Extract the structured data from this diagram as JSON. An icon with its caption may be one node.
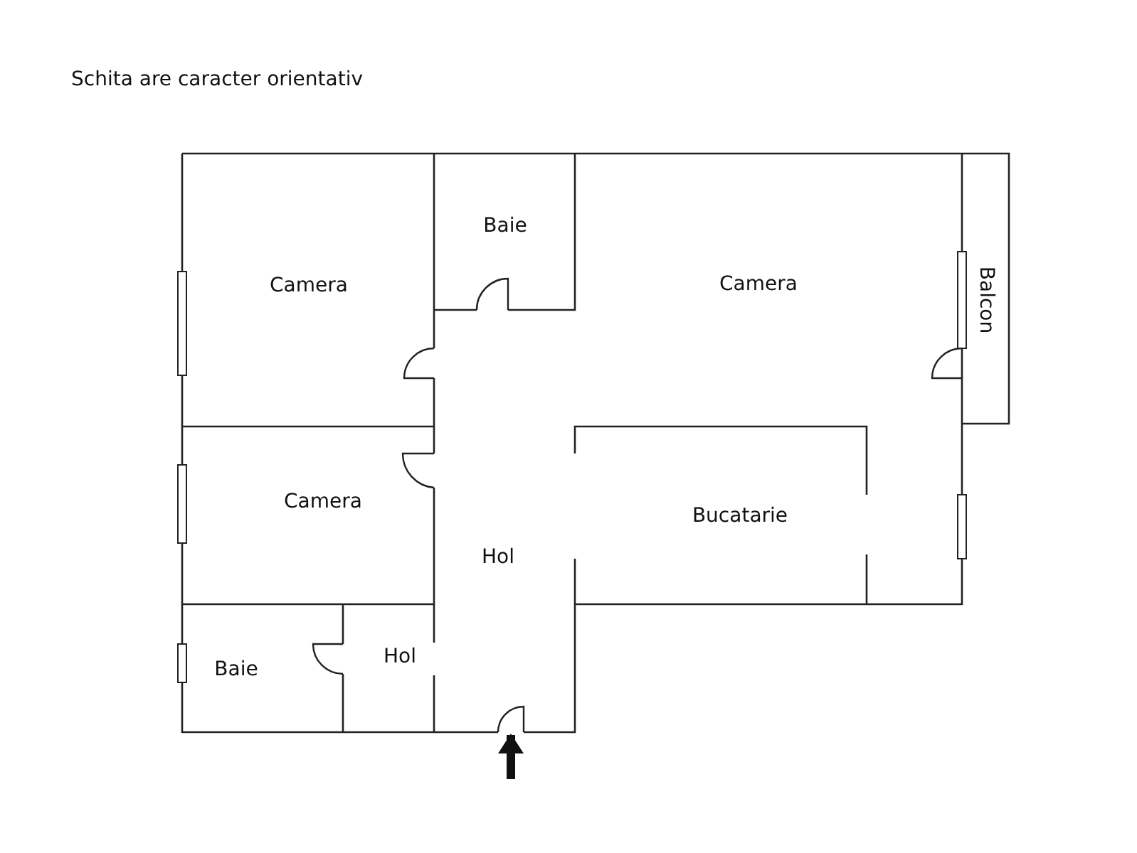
{
  "diagram": {
    "nodes": [
      {
        "text": [
          "Camera"
        ]
      },
      {
        "text": [
          "Baie"
        ]
      },
      {
        "text": [
          "Camera"
        ]
      },
      {
        "text": [
          "Balcon"
        ]
      },
      {
        "text": [
          "Camera"
        ]
      },
      {
        "text": [
          "Hol"
        ]
      },
      {
        "text": [
          "Bucatarie"
        ]
      },
      {
        "text": [
          "Baie"
        ]
      },
      {
        "text": [
          "Hol"
        ]
      }
    ],
    "edges": [
      {
        "from": null,
        "to": 5,
        "arrow": "to"
      }
    ],
    "labels": [
      "Schita are caracter orientativ"
    ]
  }
}
